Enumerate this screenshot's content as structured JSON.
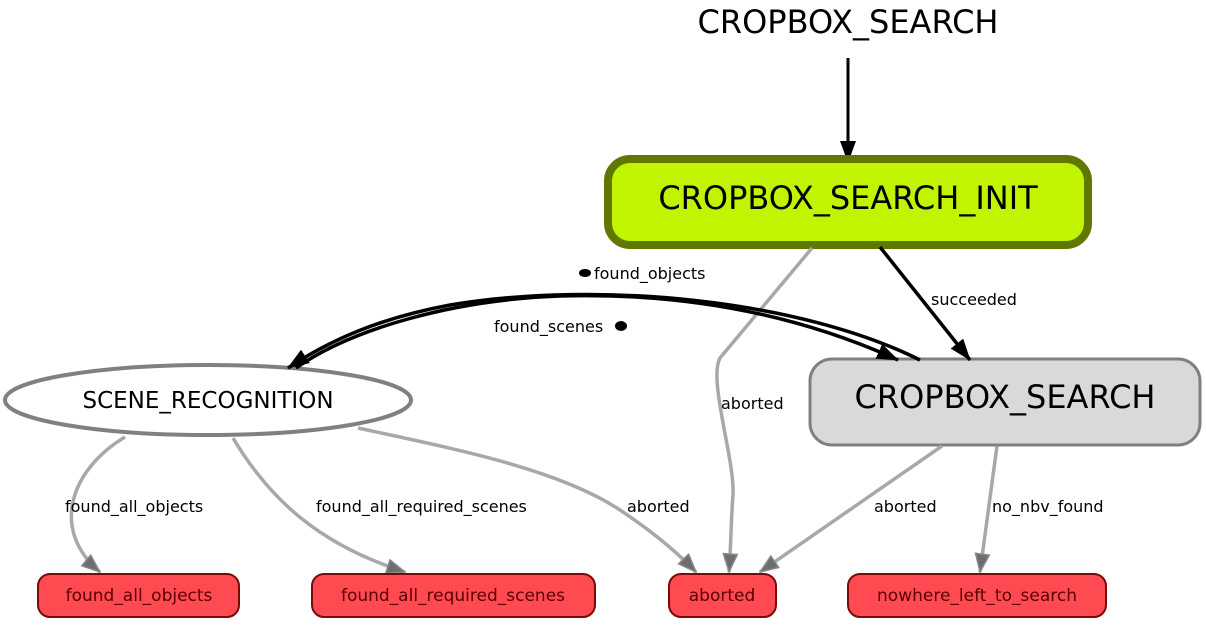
{
  "title": "CROPBOX_SEARCH",
  "colors": {
    "active_fill": "#c0f400",
    "active_border": "#607800",
    "state_fill": "#d9d9d9",
    "state_border": "#808080",
    "outcome_fill": "#ff4a52",
    "outcome_border": "#7a0a0a",
    "outcome_text": "#5a0000",
    "active_edge": "#000000",
    "inactive_edge": "#a8a8a8"
  },
  "nodes": {
    "init": {
      "label": "CROPBOX_SEARCH_INIT",
      "state": "active"
    },
    "search": {
      "label": "CROPBOX_SEARCH",
      "state": "idle"
    },
    "scene": {
      "label": "SCENE_RECOGNITION",
      "state": "idle"
    }
  },
  "outcomes": [
    {
      "label": "found_all_objects"
    },
    {
      "label": "found_all_required_scenes"
    },
    {
      "label": "aborted"
    },
    {
      "label": "nowhere_left_to_search"
    }
  ],
  "edges": {
    "init_to_search": "succeeded",
    "init_aborted": "aborted",
    "search_to_scene": "found_objects",
    "scene_to_search": "found_scenes",
    "scene_found_all_objects": "found_all_objects",
    "scene_found_all_required_scenes": "found_all_required_scenes",
    "scene_aborted": "aborted",
    "search_aborted": "aborted",
    "search_no_nbv_found": "no_nbv_found"
  }
}
